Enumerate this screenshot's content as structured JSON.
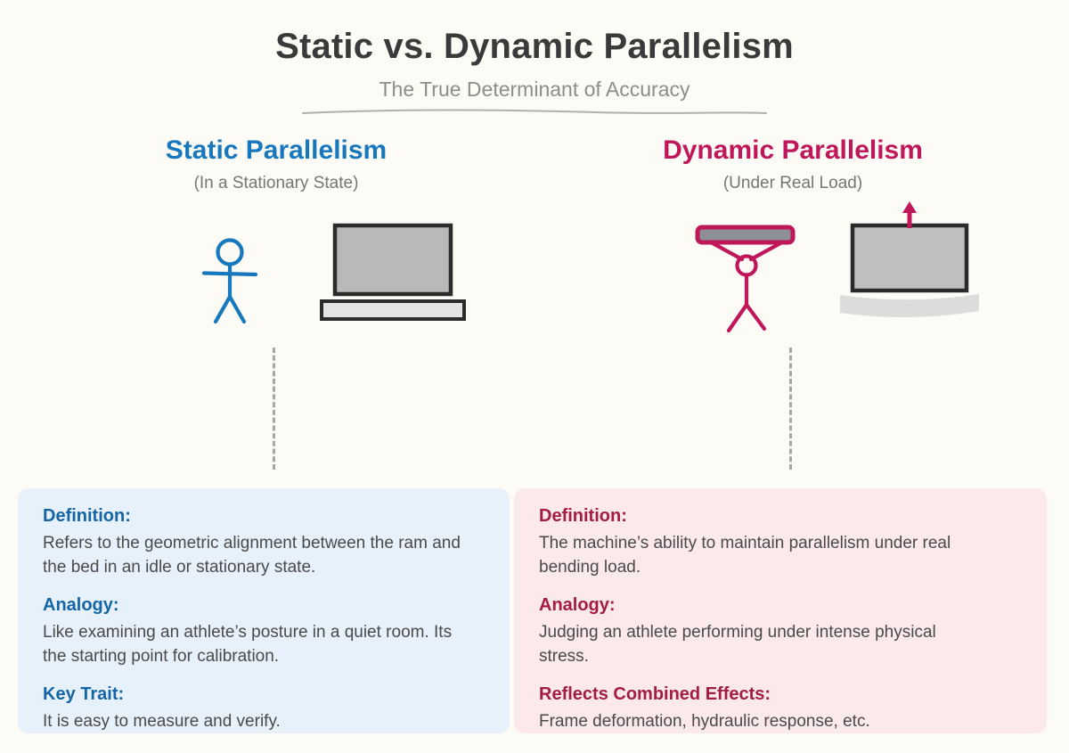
{
  "header": {
    "title": "Static vs. Dynamic Parallelism",
    "subtitle": "The True Determinant of Accuracy"
  },
  "columns": {
    "static": {
      "heading": "Static Parallelism",
      "subheading": "(In a Stationary State)",
      "accent_color": "#1878be",
      "label_color": "#1565a4",
      "card_bg": "#e7f1fb",
      "sections": [
        {
          "label": "Definition:",
          "text": "Refers to the geometric alignment between the ram and the bed in an idle or stationary state."
        },
        {
          "label": "Analogy:",
          "text": "Like examining an athlete’s posture in a quiet room. Its the starting point for calibration."
        },
        {
          "label": "Key Trait:",
          "text": "It is easy to measure and verify."
        }
      ]
    },
    "dynamic": {
      "heading": "Dynamic Parallelism",
      "subheading": "(Under Real Load)",
      "accent_color": "#c0175a",
      "label_color": "#a31c42",
      "card_bg": "#fbe9ec",
      "sections": [
        {
          "label": "Definition:",
          "text": "The machine’s ability to maintain parallelism under real bending load."
        },
        {
          "label": "Analogy:",
          "text": "Judging an athlete performing under intense physical stress."
        },
        {
          "label": "Reflects Combined Effects:",
          "text": "Frame deformation, hydraulic response, etc."
        }
      ]
    }
  },
  "icons": {
    "static_figure": "person-standing-icon",
    "static_machine": "press-brake-idle-icon",
    "dynamic_figure": "weightlifter-icon",
    "dynamic_machine": "press-brake-under-load-icon",
    "load_arrow": "up-arrow-icon"
  }
}
